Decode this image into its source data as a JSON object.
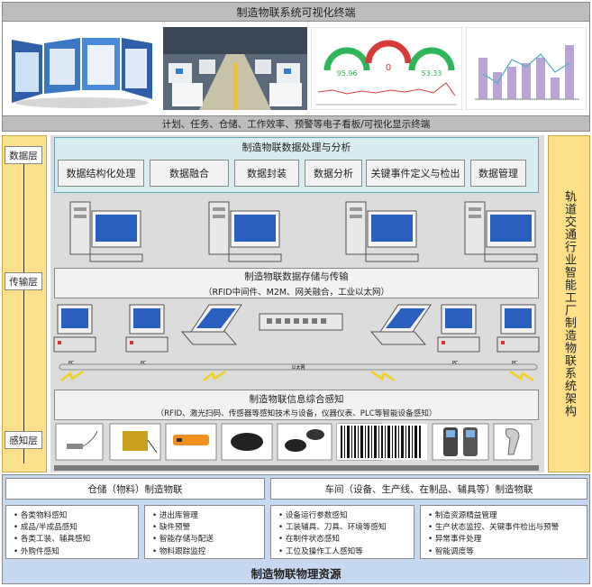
{
  "top": {
    "title": "制造物联系统可视化终端",
    "caption": "计划、任务、仓储、工作效率、预警等电子看板/可视化显示终端",
    "dashboard": {
      "left_value": "95.96",
      "mid_value": "0",
      "right_value": "53.33"
    }
  },
  "layers": {
    "data": "数据层",
    "transport": "传输层",
    "sense": "感知层"
  },
  "data_layer": {
    "title": "制造物联数据处理与分析",
    "items": [
      "数据结构化处理",
      "数据融合",
      "数据封装",
      "数据分析",
      "关键事件定义与检出",
      "数据管理"
    ]
  },
  "transport_layer": {
    "title": "制造物联数据存储与传输",
    "subtitle": "（RFID中间件、M2M、网关融合，工业以太网）"
  },
  "sense_layer": {
    "title": "制造物联信息综合感知",
    "subtitle": "（RFID、激光扫码、传感器等感知技术与设备，仪器仪表、PLC等智能设备感知）"
  },
  "side_title": "轨道交通行业智能工厂制造物联系统架构",
  "bottom": {
    "left_header": "仓储（物料）制造物联",
    "right_header": "车间（设备、生产线、在制品、辅具等）制造物联",
    "col1": [
      "各类物料感知",
      "成品/半成品感知",
      "各类工装、辅具感知",
      "外购件感知"
    ],
    "col2": [
      "进出库管理",
      "缺件预警",
      "智能存储与配送",
      "物料跟踪监控"
    ],
    "col3": [
      "设备运行参数感知",
      "工装辅具、刀具、环境等感知",
      "在制件状态感知",
      "工位及操作工人感知等"
    ],
    "col4": [
      "制造资源精益管理",
      "生产状态监控、关键事件检出与预警",
      "异常事件处理",
      "智能调度等"
    ],
    "footer": "制造物联物理资源"
  },
  "network": {
    "bus_label": "以太网",
    "pc_label": "PC"
  },
  "colors": {
    "yellow": "#fde08a",
    "grey": "#bdbdbd",
    "teal": "#d9ecef",
    "blue_panel": "#c6d9f1"
  }
}
